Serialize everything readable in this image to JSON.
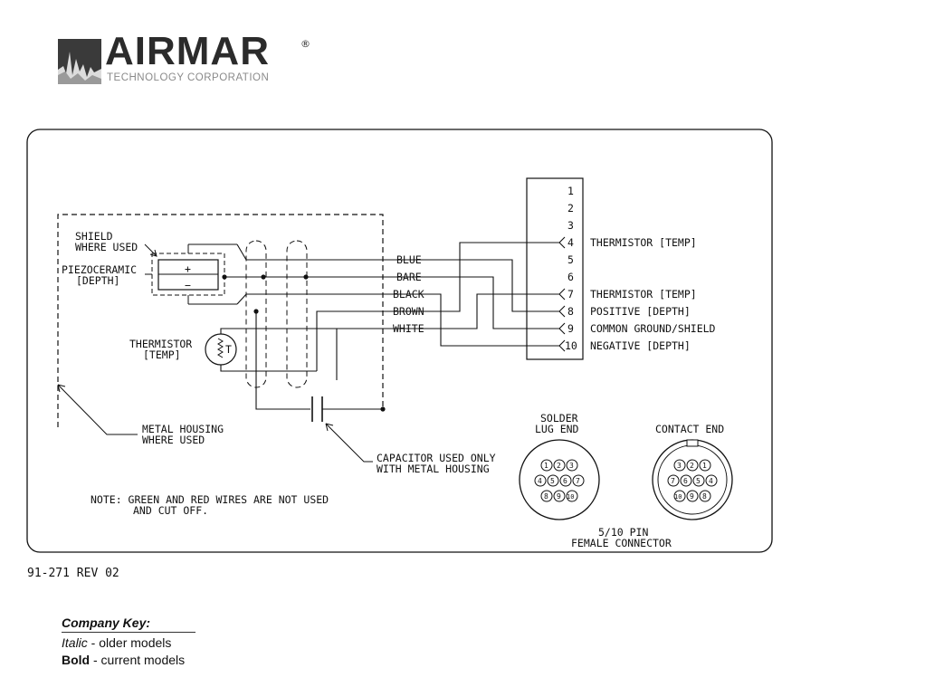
{
  "brand": {
    "name": "AIRMAR",
    "registered": "®",
    "subtitle": "TECHNOLOGY CORPORATION"
  },
  "diagram": {
    "labels": {
      "shield": [
        "SHIELD",
        "WHERE USED"
      ],
      "piezo": [
        "PIEZOCERAMIC",
        "[DEPTH]"
      ],
      "thermistor_left": [
        "THERMISTOR",
        "[TEMP]"
      ],
      "housing": [
        "METAL HOUSING",
        "WHERE USED"
      ],
      "capacitor": [
        "CAPACITOR USED ONLY",
        "WITH METAL HOUSING"
      ],
      "note": [
        "NOTE:  GREEN AND RED WIRES ARE NOT USED",
        "AND CUT OFF."
      ],
      "solder": [
        "SOLDER",
        "LUG END"
      ],
      "contact": "CONTACT END",
      "connector": [
        "5/10 PIN",
        "FEMALE CONNECTOR"
      ],
      "plus": "+",
      "minus": "−",
      "t": "T"
    },
    "wires": [
      "BLUE",
      "BARE",
      "BLACK",
      "BROWN",
      "WHITE"
    ],
    "pins": [
      "1",
      "2",
      "3",
      "4",
      "5",
      "6",
      "7",
      "8",
      "9",
      "10"
    ],
    "functions": {
      "p4": "THERMISTOR [TEMP]",
      "p7": "THERMISTOR [TEMP]",
      "p8": "POSITIVE [DEPTH]",
      "p9": "COMMON GROUND/SHIELD",
      "p10": "NEGATIVE [DEPTH]"
    },
    "solder_pins": {
      "row1": [
        "1",
        "2",
        "3"
      ],
      "row2": [
        "4",
        "5",
        "6",
        "7"
      ],
      "row3": [
        "8",
        "9",
        "10"
      ]
    },
    "contact_pins": {
      "row1": [
        "3",
        "2",
        "1"
      ],
      "row2": [
        "7",
        "6",
        "5",
        "4"
      ],
      "row3": [
        "10",
        "9",
        "8"
      ]
    }
  },
  "drawing_number": "91-271 REV 02",
  "company_key": {
    "title": "Company Key:",
    "italic_word": "Italic",
    "italic_desc": " - older models",
    "bold_word": "Bold",
    "bold_desc": " - current models"
  }
}
